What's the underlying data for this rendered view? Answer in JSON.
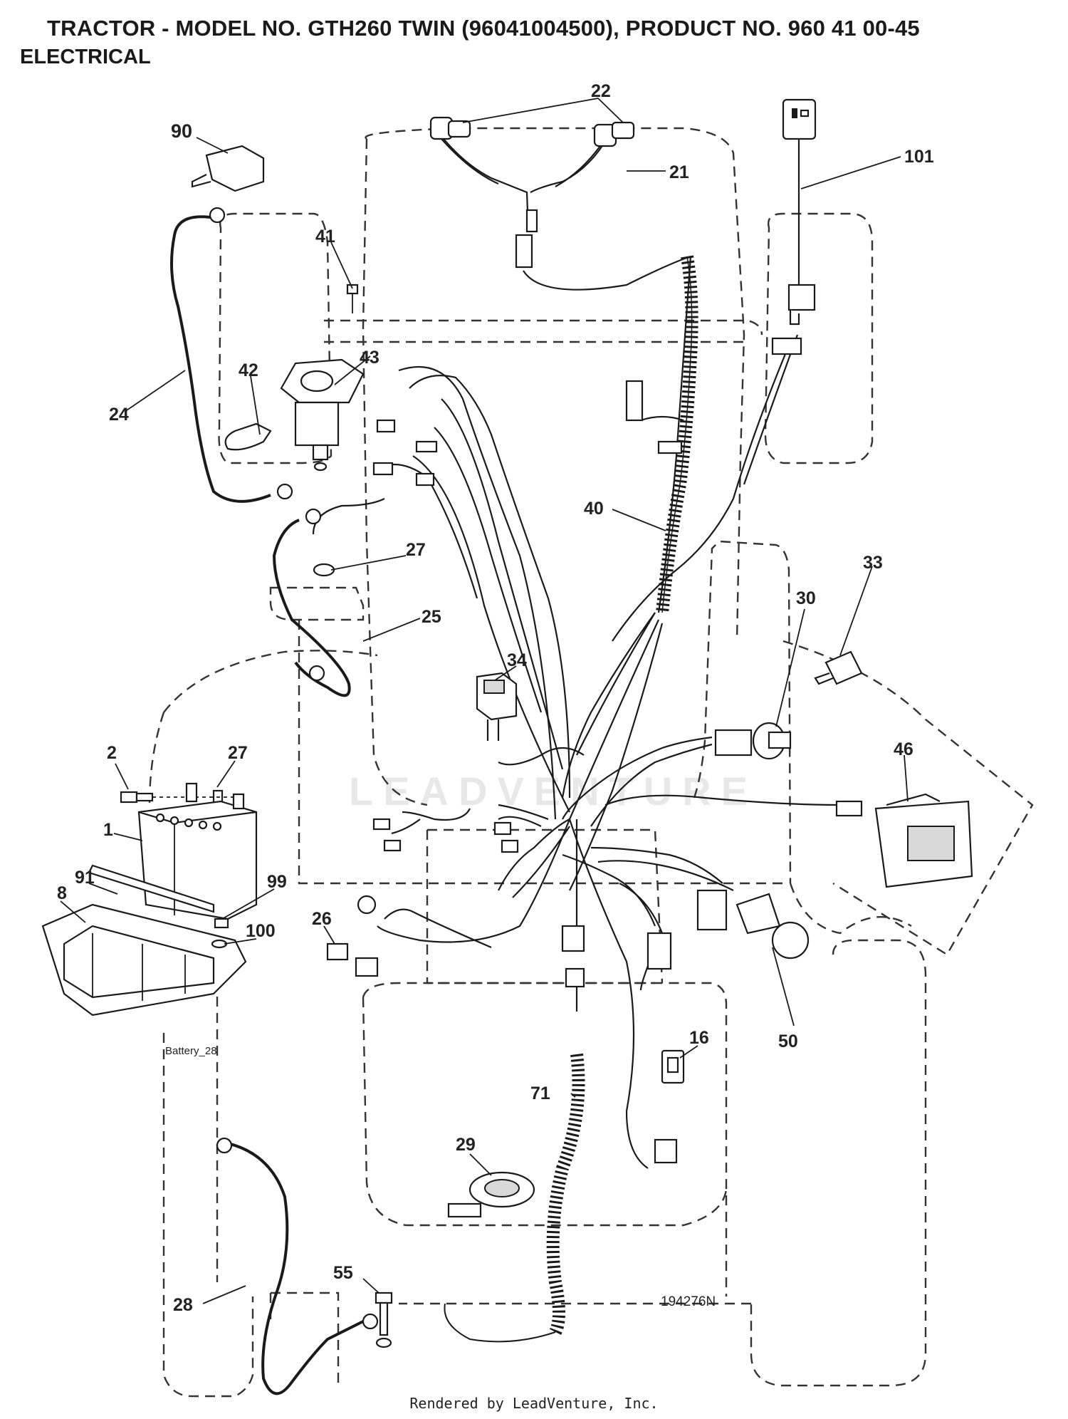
{
  "header": {
    "title": "TRACTOR - MODEL NO. GTH260 TWIN (96041004500), PRODUCT NO. 960 41 00-45",
    "section": "ELECTRICAL"
  },
  "diagram": {
    "drawing_number": "194276N",
    "battery_label": "Battery_28",
    "watermark": "LEADVENTURE",
    "callouts": [
      "90",
      "22",
      "21",
      "101",
      "41",
      "24",
      "42",
      "43",
      "40",
      "27",
      "25",
      "33",
      "30",
      "34",
      "46",
      "2",
      "27",
      "1",
      "91",
      "99",
      "8",
      "100",
      "26",
      "50",
      "16",
      "71",
      "29",
      "55",
      "28"
    ]
  },
  "footer": {
    "credit": "Rendered by LeadVenture, Inc."
  }
}
